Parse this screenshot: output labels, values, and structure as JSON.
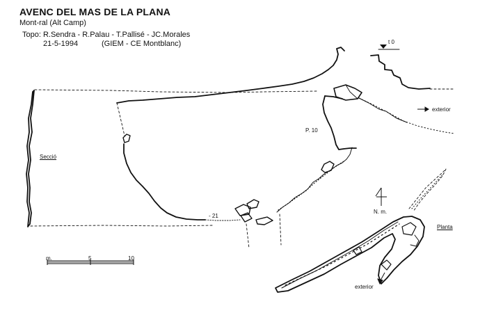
{
  "header": {
    "title": "AVENC DEL MAS DE LA PLANA",
    "location": "Mont-ral  (Alt Camp)",
    "topo": "Topo: R.Sendra - R.Palau - T.Pallisé - JC.Morales",
    "date": "21-5-1994",
    "club": "(GIEM - CE Montblanc)"
  },
  "labels": {
    "section": "Secció",
    "plan": "Planta",
    "pit": "P. 10",
    "depth_bottom": "- 21",
    "datum": "t  0",
    "exterior_section": "exterior",
    "exterior_plan": "exterior",
    "north": "N. m."
  },
  "scale": {
    "unit": "m.",
    "mid": "5",
    "max": "10"
  },
  "icons": {
    "north_arrow": "north-arrow-icon",
    "exterior_arrow": "arrow-right-icon",
    "datum_marker": "triangle-down-icon"
  },
  "colors": {
    "ink": "#111111",
    "background": "#ffffff"
  }
}
